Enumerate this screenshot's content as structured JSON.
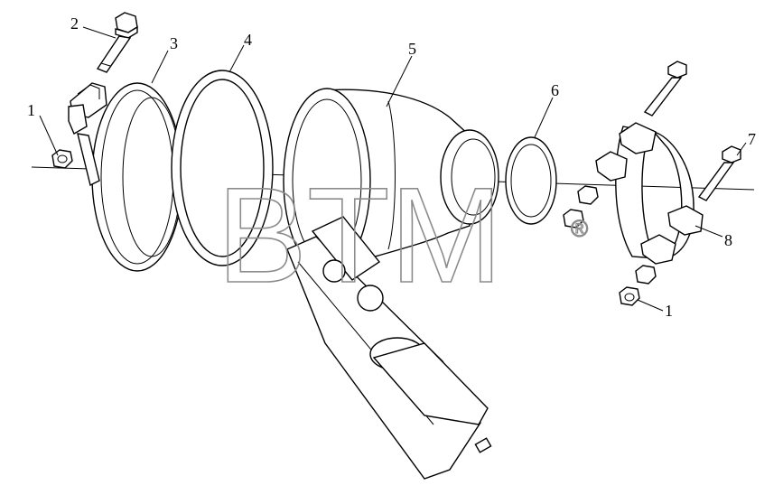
{
  "diagram": {
    "watermark": "BTM",
    "watermark_mark": "®",
    "callouts": [
      {
        "id": "1a",
        "label": "1"
      },
      {
        "id": "2",
        "label": "2"
      },
      {
        "id": "3",
        "label": "3"
      },
      {
        "id": "4",
        "label": "4"
      },
      {
        "id": "5",
        "label": "5"
      },
      {
        "id": "6",
        "label": "6"
      },
      {
        "id": "7",
        "label": "7"
      },
      {
        "id": "8",
        "label": "8"
      },
      {
        "id": "1b",
        "label": "1"
      }
    ]
  }
}
